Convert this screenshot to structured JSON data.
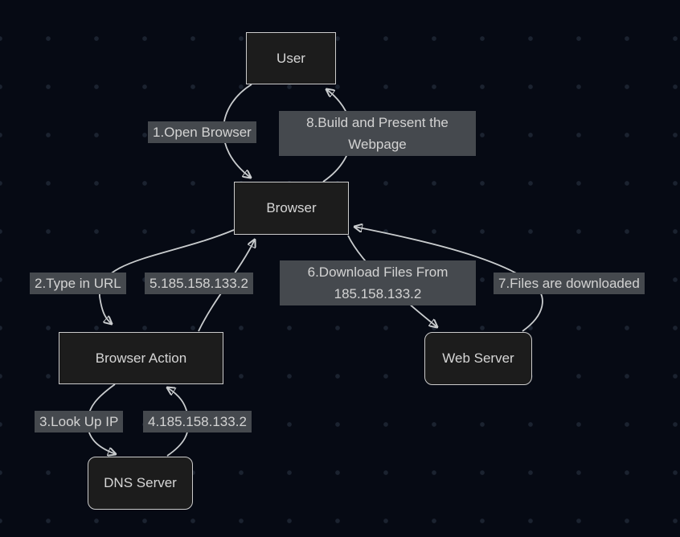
{
  "canvas": {
    "background_color": "#060a14",
    "dot_grid_color": "#1b2330"
  },
  "styles": {
    "node_fill": "#1c1c1c",
    "node_border": "#cbcbcb",
    "node_text_color": "#d6d6d6",
    "edge_label_background": "#45494e",
    "edge_label_text_color": "#d3d3d3",
    "edge_line_color": "#c9ccce"
  },
  "diagram": {
    "type": "flowchart",
    "nodes": [
      {
        "id": "user",
        "label": "User",
        "shape": "rectangle"
      },
      {
        "id": "browser",
        "label": "Browser",
        "shape": "rectangle"
      },
      {
        "id": "browser-action",
        "label": "Browser Action",
        "shape": "rectangle"
      },
      {
        "id": "dns-server",
        "label": "DNS Server",
        "shape": "rounded"
      },
      {
        "id": "web-server",
        "label": "Web Server",
        "shape": "rounded"
      }
    ],
    "edges": [
      {
        "from": "User",
        "to": "Browser",
        "label": "1.Open Browser"
      },
      {
        "from": "Browser",
        "to": "User",
        "label": "8.Build and Present the Webpage"
      },
      {
        "from": "Browser",
        "to": "Browser Action",
        "label": "2.Type in URL"
      },
      {
        "from": "Browser Action",
        "to": "Browser",
        "label": "5.185.158.133.2"
      },
      {
        "from": "Browser",
        "to": "Web Server",
        "label": "6.Download Files From 185.158.133.2"
      },
      {
        "from": "Web Server",
        "to": "Browser",
        "label": "7.Files are downloaded"
      },
      {
        "from": "Browser Action",
        "to": "DNS Server",
        "label": "3.Look Up IP"
      },
      {
        "from": "DNS Server",
        "to": "Browser Action",
        "label": "4.185.158.133.2"
      }
    ]
  }
}
